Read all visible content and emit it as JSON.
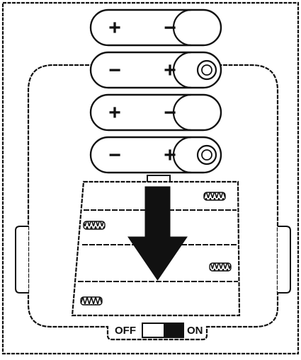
{
  "diagram": {
    "batteries": [
      {
        "left_sign": "+",
        "right_sign": "−",
        "has_button": false
      },
      {
        "left_sign": "−",
        "right_sign": "+",
        "has_button": true
      },
      {
        "left_sign": "+",
        "right_sign": "−",
        "has_button": false
      },
      {
        "left_sign": "−",
        "right_sign": "+",
        "has_button": true
      }
    ],
    "switch": {
      "off_label": "OFF",
      "on_label": "ON",
      "state": "on"
    },
    "arrow_direction": "down",
    "colors": {
      "ink": "#111111",
      "background": "#ffffff",
      "switch_fill": "#111111"
    }
  }
}
